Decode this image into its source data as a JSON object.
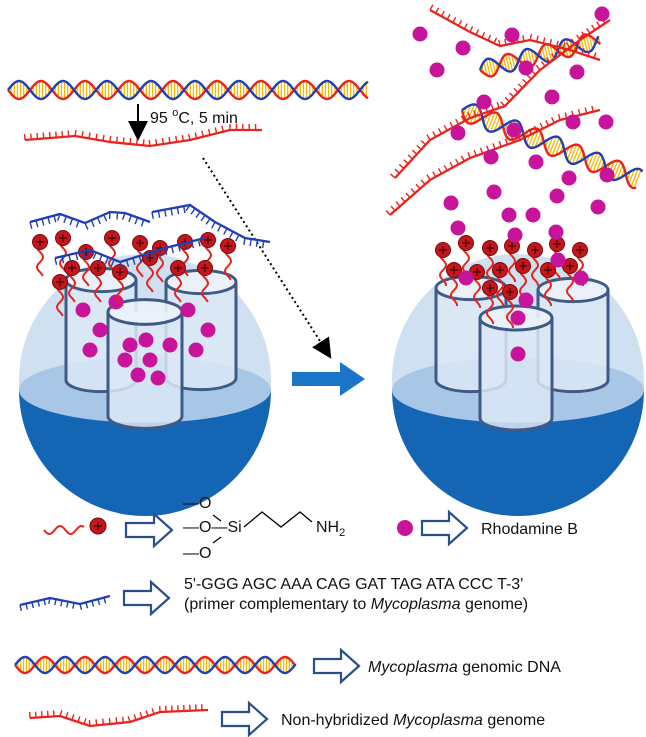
{
  "heat_step": {
    "temp": "95 ",
    "deg": "o",
    "unit_time": "C, 5 min"
  },
  "legend": {
    "silane": {
      "methoxy": "—O",
      "o_si": "—O—Si",
      "methoxy_bottom": "—O",
      "amine": "NH",
      "amine_sub": "2"
    },
    "dye": {
      "label": "Rhodamine B"
    },
    "primer": {
      "sequence": "5'-GGG AGC AAA CAG GAT TAG ATA CCC T-3'",
      "desc_prefix": "(primer complementary to ",
      "desc_organism": "Mycoplasma",
      "desc_suffix": " genome)"
    },
    "genomic": {
      "organism": "Mycoplasma",
      "rest": " genomic DNA"
    },
    "nonhybrid": {
      "prefix": "Non-hybridized ",
      "organism": "Mycoplasma",
      "suffix": " genome"
    }
  },
  "colors": {
    "dna_red": "#e8241e",
    "dna_blue": "#1f3fb4",
    "base_yellow": "#f5b800",
    "rhodamine": "#c8149b",
    "sphere_dark": "#1565b5",
    "sphere_light": "#cfe0f0",
    "pore_stroke": "#3e5a86",
    "arrow_blue": "#1976c8",
    "outline_arrow": "#2a4f8a",
    "gate_ball": "#c4161c"
  }
}
